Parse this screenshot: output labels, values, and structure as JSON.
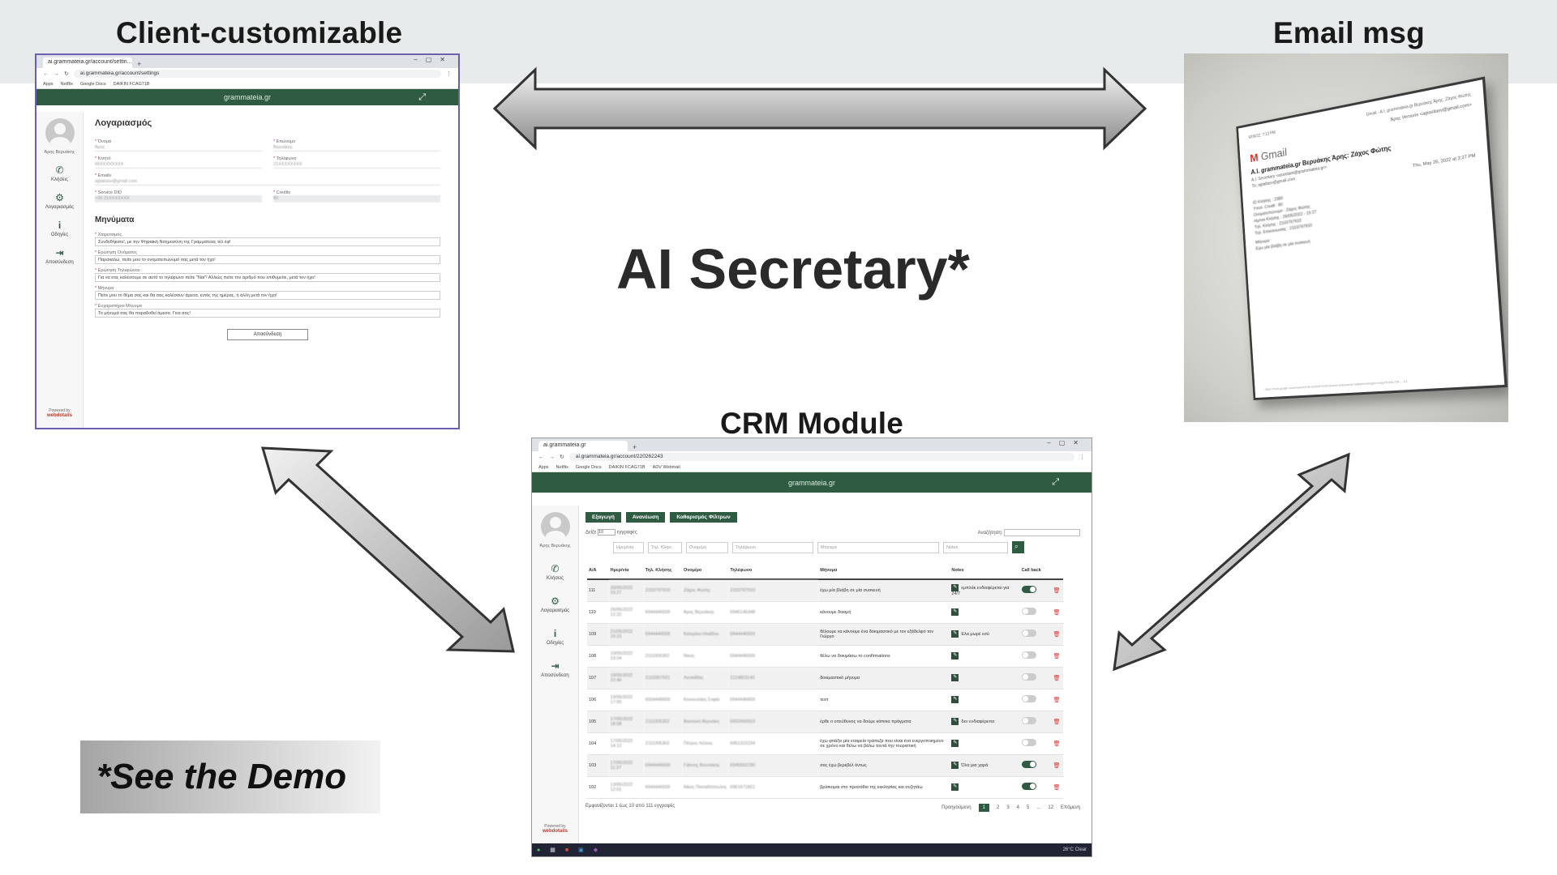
{
  "headings": {
    "client": "Client-customizable",
    "email": "Email msg",
    "crm": "CRM Module",
    "main": "AI Secretary*",
    "demo": "*See the Demo"
  },
  "settings_window": {
    "tab_title": "ai.grammateia.gr/account/settin...",
    "url": "ai.grammateia.gr/account/settings",
    "brand": "grammateia.gr",
    "page_title": "Λογαριασμός",
    "fields": [
      {
        "label": "Όνομα",
        "value": "Άρης"
      },
      {
        "label": "Επώνυμο",
        "value": "Βερυάκης"
      },
      {
        "label": "Κινητό",
        "value": "69XXXXXXXX"
      },
      {
        "label": "Τηλέφωνο",
        "value": "21XXXXXXXX"
      },
      {
        "label": "Emails",
        "value": "agialiasv@gmail.com"
      },
      {
        "label": "",
        "value": ""
      },
      {
        "label": "Service DID",
        "value": "+30 21XXXXXXX"
      },
      {
        "label": "Credits",
        "value": "80"
      }
    ],
    "messages_title": "Μηνύματα",
    "messages": [
      {
        "label": "Χαιρετισμός",
        "value": "Συνδεθήκατε!, με την Ψηφιακή Νοημοσύνη της Γραμματείας τέλ έφ!"
      },
      {
        "label": "Ερώτηση Ονόματος",
        "value": "Παρακαλώ, πείτε μου το ονοματεπώνυμό σας μετά τον ήχο!"
      },
      {
        "label": "Ερώτηση Τηλεφώνου",
        "value": "Για να σας καλέσουμε σε αυτό το τηλέφωνο πείτε \"Ναι\"! Αλλιώς πείτε τον αριθμό που επιθυμείτε, μετά τον ήχο!"
      },
      {
        "label": "Μήνυμα",
        "value": "Πείτε μου το θέμα σας και θα σας καλέσουν άμεσα, εντός της ημέρας, ή άλλη μετά τον ήχο!"
      },
      {
        "label": "Ευχαριστήριο Μήνυμα",
        "value": "Το μήνυμά σας θα παραδοθεί άμεσα. Γεια σας!"
      }
    ],
    "cancel_label": "Αποσύνδεση",
    "powered_by": "Powered by",
    "powered_brand": "webdotails"
  },
  "sidebar": {
    "user": "Άρης Βερυάκης",
    "items": [
      {
        "label": "Κλήσεις",
        "icon": "phone-icon"
      },
      {
        "label": "Λογαριασμός",
        "icon": "gear-icon"
      },
      {
        "label": "Οδηγίες",
        "icon": "info-icon"
      },
      {
        "label": "Αποσύνδεση",
        "icon": "logout-icon"
      }
    ]
  },
  "crm_window": {
    "tab_title": "ai.grammateia.gr",
    "url": "ai.grammateia.gr/account/220262243",
    "buttons": [
      "Εξαγωγή",
      "Ανανέωση",
      "Καθαρισμός Φίλτρων"
    ],
    "show_label": "Δείξε",
    "show_value": "10",
    "records_label": "εγγραφές",
    "search_label": "Αναζήτηση:",
    "filters": [
      "Ημερ/νία",
      "Τηλ. Κλήσ.",
      "Ονομ/μο",
      "Τηλέφωνο",
      "Μήνυμα",
      "Notes"
    ],
    "columns": [
      "Α/Α",
      "Ημερ/νία",
      "Τηλ. Κλήσης",
      "Ονομ/μο",
      "Τηλέφωνο",
      "Μήνυμα",
      "Notes",
      "Call back"
    ],
    "rows": [
      {
        "id": "111",
        "date": "26/05/2022 15:27",
        "caller": "2103797910",
        "name": "Ζάχος Φώτης",
        "phone": "2103797910",
        "message": "έχω μία βλάβη σε μία συσκευή",
        "notes": "εμπλάκ ενδιαφέρεται για 24/7",
        "callback": true
      },
      {
        "id": "110",
        "date": "26/05/2022 12:22",
        "caller": "6944446559",
        "name": "Άρης Βερυάκης",
        "phone": "6945146348",
        "message": "κάνουμε δοκιμή",
        "notes": "",
        "callback": false
      },
      {
        "id": "109",
        "date": "21/05/2022 16:22",
        "caller": "6944446559",
        "name": "Κατερίνα Ηλιάδου",
        "phone": "6944446559",
        "message": "θέλουμε να κάνουμε ένα δοκιμαστικό με τον εξάδελφο τον Γιώργο",
        "notes": "Ελα μωρέ εσύ",
        "callback": false
      },
      {
        "id": "108",
        "date": "19/05/2022 19:04",
        "caller": "2111005302",
        "name": "Νίκος",
        "phone": "6944446559",
        "message": "θέλω να δοκιμάσω το confirmations",
        "notes": "",
        "callback": false
      },
      {
        "id": "107",
        "date": "19/05/2022 22:46",
        "caller": "2102007921",
        "name": "Λουκάδας",
        "phone": "2119803143",
        "message": "δοκιμαστικό μήνυμα",
        "notes": "",
        "callback": false
      },
      {
        "id": "106",
        "date": "19/05/2022 17:00",
        "caller": "6934446659",
        "name": "Κονιουλάκη Σοφία",
        "phone": "6944446659",
        "message": "τεστ",
        "notes": "",
        "callback": false
      },
      {
        "id": "105",
        "date": "17/05/2022 18:08",
        "caller": "2111005302",
        "name": "Βασιλική Βερυάκη",
        "phone": "6932660910",
        "message": "έρθε ο υπεύθυνος να δούμε κάποια πράγματα",
        "notes": "δεν ενδιαφέρεται",
        "callback": false
      },
      {
        "id": "104",
        "date": "17/05/2022 14:12",
        "caller": "2111005302",
        "name": "Πέτρος Λέλλας",
        "phone": "6951322234",
        "message": "έχω φτιάξει μία εταιρεία τράπεζα που είναι ένα ενεργοποιημένο σε χρόνο και θέλω να βάλω τουτά την τουριστική",
        "notes": "",
        "callback": false
      },
      {
        "id": "103",
        "date": "17/05/2022 11:37",
        "caller": "6944446559",
        "name": "Γιάννης Βουτιάκης",
        "phone": "6945502230",
        "message": "σας έχω βερεβέλ όντως",
        "notes": "Όλα μια χαρά",
        "callback": true
      },
      {
        "id": "102",
        "date": "13/05/2022 12:01",
        "caller": "6944446559",
        "name": "Νίκος Παπαδόπουλος",
        "phone": "6951671821",
        "message": "βρίσκομαι στο προσάθιο της εκκλησίας και συζητάω",
        "notes": "",
        "callback": true
      }
    ],
    "summary": "Εμφανίζονται 1 έως 10 από 111 εγγραφές",
    "prev_label": "Προηγούμενη",
    "pages": [
      "1",
      "2",
      "3",
      "4",
      "5",
      "...",
      "12"
    ],
    "next_label": "Επόμενη",
    "taskbar_weather": "26°C Clear"
  },
  "email": {
    "date": "6/06/22, 7:13 PM",
    "header_title": "Gmail - A.I. grammateia.gr Βερυάκης Άρης: Ζάχος Φώτης",
    "account": "Άρης Verouris <agiasliasv@gmail.com>",
    "logo_text": "Gmail",
    "subject": "A.I. grammateia.gr Βερυάκης Άρης: Ζάχος Φώτης",
    "from": "A.I. Secretary <assistant@grammateia.gr>",
    "to": "To: agialiasv@gmail.com",
    "sent": "Thu, May 26, 2022 at 3:27 PM",
    "body": [
      "ID Κλήσης : 2380",
      "Υπολ. Credit : 80",
      "Ονοματεπώνυμο : Ζάχος Φώτης",
      "Ημ/νια Κλήσης : 26/05/2022 - 15:27",
      "Τηλ. Κλήσης : 2103797910",
      "Τηλ. Επικοινωνίας : 2103797910",
      "Μήνυμα :",
      "Εχω μία βλάβη σε μία συσκευή"
    ],
    "footer_url": "https://mail.google.com/mail/u/0/?ik=a26e67b1f67&view=pt&search=all&permmsgid=msg-f%3A1734...",
    "page_num": "1/1"
  },
  "colors": {
    "brand_green": "#2f5b43",
    "band_grey": "#e8ebec"
  }
}
